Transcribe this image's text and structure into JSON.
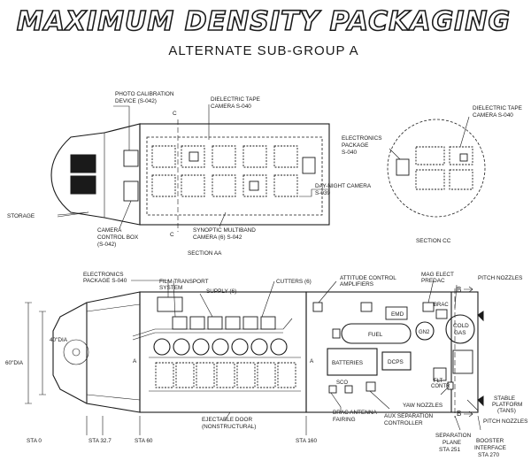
{
  "header": {
    "title": "MAXIMUM DENSITY PACKAGING",
    "subtitle": "ALTERNATE SUB-GROUP A"
  },
  "section_aa": {
    "caption": "SECTION AA",
    "labels": {
      "photo_cal_1": "PHOTO CALIBRATION",
      "photo_cal_2": "DEVICE (S-042)",
      "dielectric_1": "DIELECTRIC TAPE",
      "dielectric_2": "CAMERA S-040",
      "c_top": "C",
      "c_bottom": "C",
      "storage": "STORAGE",
      "camera_ctrl_1": "CAMERA",
      "camera_ctrl_2": "CONTROL BOX",
      "camera_ctrl_3": "(S-042)",
      "day_night_1": "DAY-NIGHT CAMERA",
      "day_night_2": "S-039",
      "synoptic_1": "SYNOPTIC MULTIBAND",
      "synoptic_2": "CAMERA (6) S-042"
    }
  },
  "section_cc": {
    "caption": "SECTION CC",
    "labels": {
      "dielectric_1": "DIELECTRIC TAPE",
      "dielectric_2": "CAMERA S-040",
      "electronics_1": "ELECTRONICS",
      "electronics_2": "PACKAGE",
      "electronics_3": "S-040"
    }
  },
  "side_view": {
    "labels": {
      "electronics_1": "ELECTRONICS",
      "electronics_2": "PACKAGE S-040",
      "film_1": "FILM TRANSPORT",
      "film_2": "SYSTEM",
      "supply": "SUPPLY (6)",
      "cutters": "CUTTERS (6)",
      "attitude_1": "ATTITUDE CONTROL",
      "attitude_2": "AMPLIFIERS",
      "mag_1": "MAG ELECT",
      "mag_2": "PREDAC",
      "pitch_top": "PITCH NOZZLES",
      "b_top": "B",
      "b_bottom": "B",
      "dia_40": "40\"DIA",
      "dia_60": "60\"DIA",
      "a_left": "A",
      "a_right": "A",
      "emd": "EMD",
      "brac": "BRAC",
      "gn2": "GN2",
      "cold_1": "COLD",
      "cold_2": "GAS",
      "fuel": "FUEL",
      "batteries": "BATTERIES",
      "dcps": "DCPS",
      "sco": "SCO",
      "flt_1": "FLT",
      "flt_2": "CONTR",
      "yaw": "YAW NOZZLES",
      "stable_1": "STABLE",
      "stable_2": "PLATFORM",
      "stable_3": "(TANS)",
      "pitch_bottom": "PITCH NOZZLES",
      "ejectable_1": "EJECTABLE DOOR",
      "ejectable_2": "(NONSTRUCTURAL)",
      "brac_ant_1": "BRAC ANTENNA",
      "brac_ant_2": "FAIRING",
      "aux_1": "AUX SEPARATION",
      "aux_2": "CONTROLLER",
      "sep_1": "SEPARATION",
      "sep_2": "PLANE",
      "sep_3": "STA 251",
      "booster_1": "BOOSTER",
      "booster_2": "INTERFACE",
      "booster_3": "STA 270"
    },
    "stations": {
      "sta_0": "STA 0",
      "sta_327": "STA 32.7",
      "sta_60": "STA 60",
      "sta_160": "STA 160"
    }
  }
}
